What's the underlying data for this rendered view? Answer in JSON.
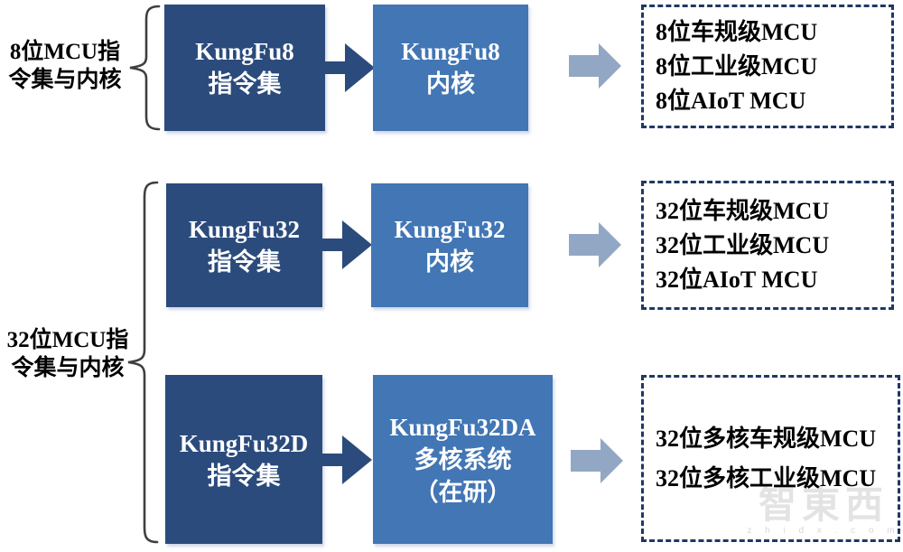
{
  "title": "KungFu MCU instruction sets and cores diagram",
  "colors": {
    "box_dark_blue": "#2b4b7c",
    "box_light_blue": "#4276b4",
    "arrow_dark": "#2b4b7c",
    "arrow_gray": "#92a7c4",
    "dashed_border": "#1f3864",
    "label_text": "#000000",
    "box_text": "#ffffff",
    "brace": "#3f3f3f",
    "watermark": "#e3e3e3"
  },
  "groups": [
    {
      "label": "8位MCU指令集与内核",
      "line1": "8位MCU指",
      "line2": "令集与内核"
    },
    {
      "label": "32位MCU指令集与内核",
      "line1": "32位MCU指",
      "line2": "令集与内核"
    }
  ],
  "rows": [
    {
      "instruction": {
        "line1": "KungFu8",
        "line2": "指令集"
      },
      "core": {
        "line1": "KungFu8",
        "line2": "内核"
      },
      "products": [
        "8位车规级MCU",
        "8位工业级MCU",
        "8位AIoT MCU"
      ]
    },
    {
      "instruction": {
        "line1": "KungFu32",
        "line2": "指令集"
      },
      "core": {
        "line1": "KungFu32",
        "line2": "内核"
      },
      "products": [
        "32位车规级MCU",
        "32位工业级MCU",
        "32位AIoT MCU"
      ]
    },
    {
      "instruction": {
        "line1": "KungFu32D",
        "line2": "指令集"
      },
      "core": {
        "line1": "KungFu32DA",
        "line2": "多核系统",
        "line3": "（在研）"
      },
      "products": [
        "32位多核车规级MCU",
        "32位多核工业级MCU"
      ]
    }
  ],
  "watermark": {
    "text": "智東西",
    "subtext": "z h i d x . c o m"
  }
}
